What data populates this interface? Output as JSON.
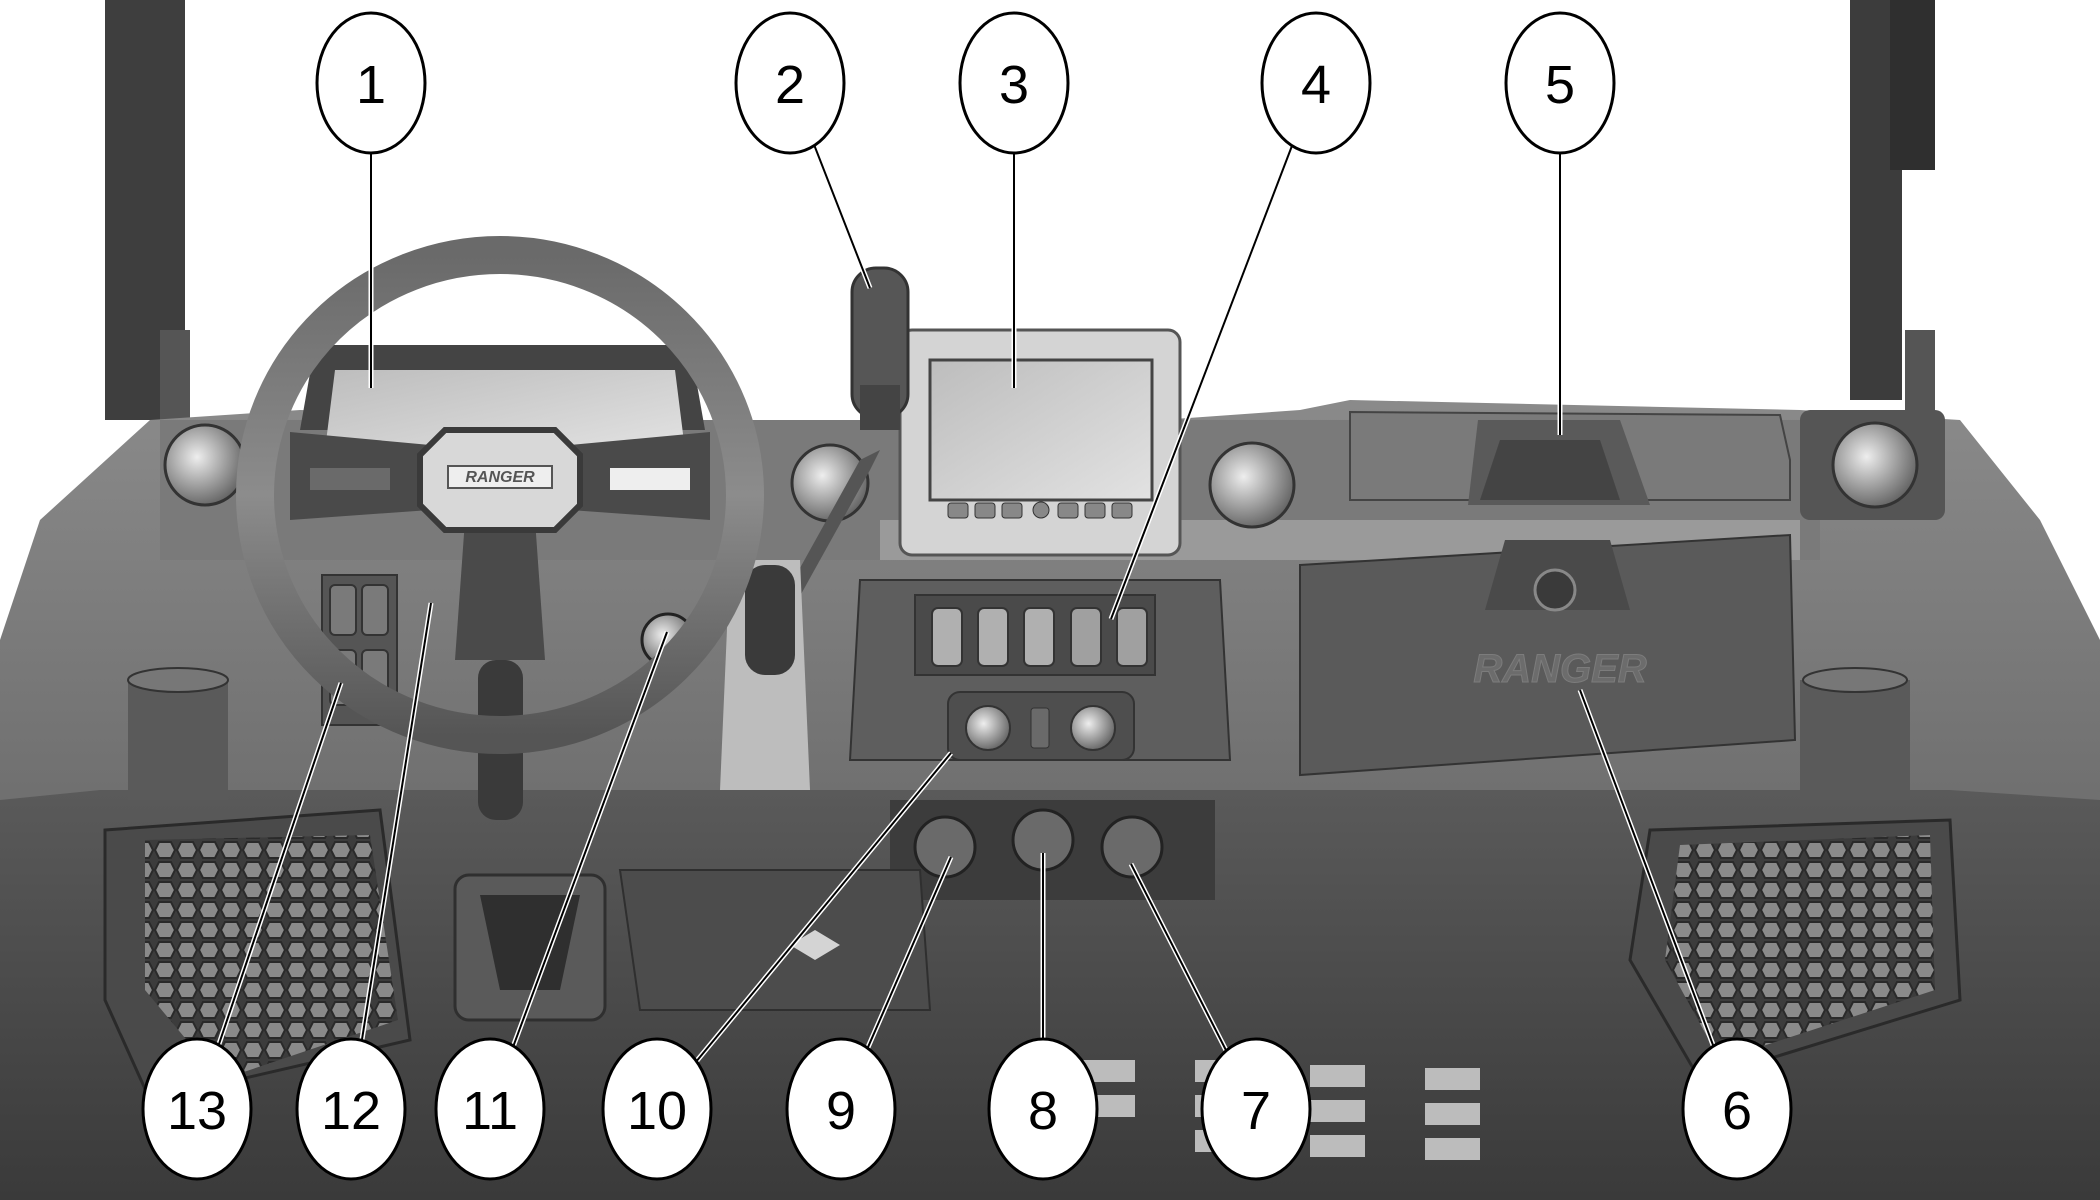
{
  "figure": {
    "title": "Dashboard controls overview",
    "background": "#ffffff",
    "brand_labels": {
      "steering_hub": "RANGER",
      "glove_box": "RANGER"
    },
    "colors": {
      "dash_dark": "#4a4a4a",
      "dash_mid": "#6e6e6e",
      "dash_light": "#a8a8a8",
      "screen": "#cfcfcf",
      "callout_fill": "#ffffff",
      "callout_stroke": "#000000"
    }
  },
  "callouts": [
    {
      "number": "1",
      "target": "instrument-cluster"
    },
    {
      "number": "2",
      "target": "gear-selector"
    },
    {
      "number": "3",
      "target": "center-display-screen"
    },
    {
      "number": "4",
      "target": "rocker-switch-panel"
    },
    {
      "number": "5",
      "target": "dash-storage-tray"
    },
    {
      "number": "6",
      "target": "glove-box"
    },
    {
      "number": "7",
      "target": "usb-power-port"
    },
    {
      "number": "8",
      "target": "12v-power-outlet"
    },
    {
      "number": "9",
      "target": "accessory-power-port"
    },
    {
      "number": "10",
      "target": "mode-selector-knobs"
    },
    {
      "number": "11",
      "target": "ignition-switch"
    },
    {
      "number": "12",
      "target": "tilt-steering-lever"
    },
    {
      "number": "13",
      "target": "left-side-switches"
    }
  ]
}
